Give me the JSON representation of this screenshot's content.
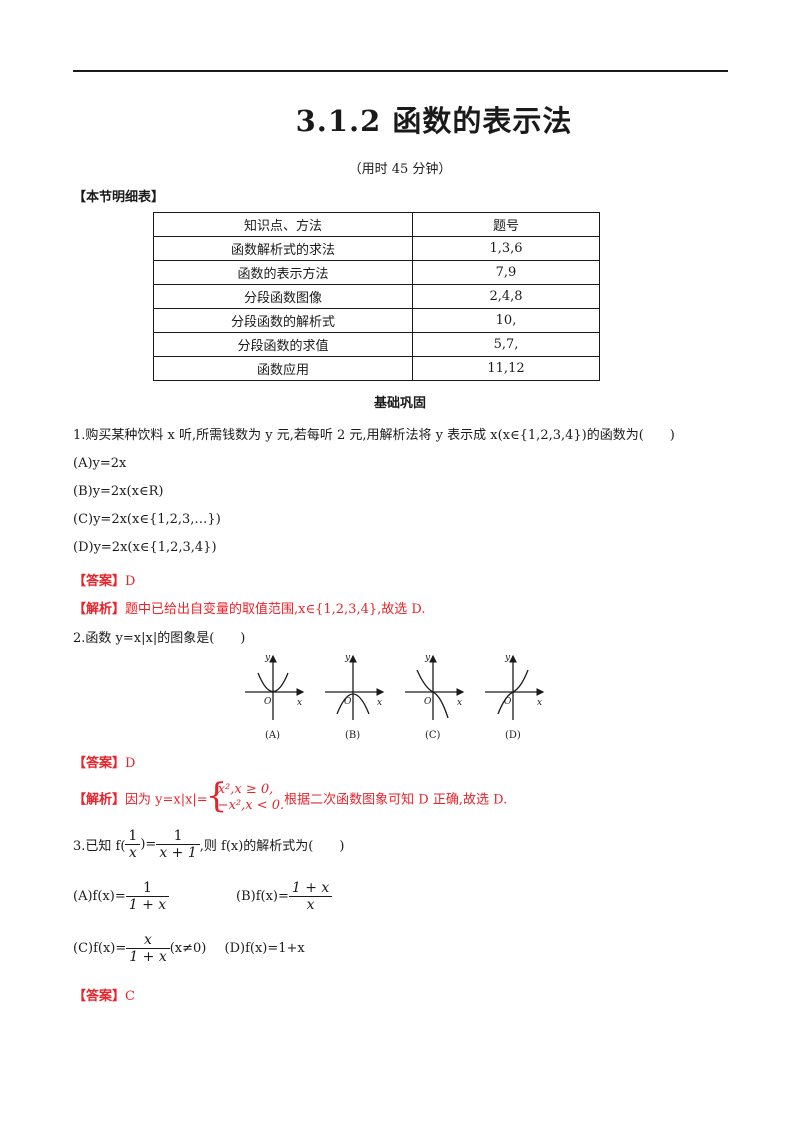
{
  "header": {
    "title": "3.1.2 函数的表示法",
    "subtitle": "（用时 45 分钟）",
    "section_label": "【本节明细表】"
  },
  "detail_table": {
    "headers": [
      "知识点、方法",
      "题号"
    ],
    "rows": [
      [
        "函数解析式的求法",
        "1,3,6"
      ],
      [
        "函数的表示方法",
        "7,9"
      ],
      [
        "分段函数图像",
        "2,4,8"
      ],
      [
        "分段函数的解析式",
        "10,"
      ],
      [
        "分段函数的求值",
        "5,7,"
      ],
      [
        "函数应用",
        "11,12"
      ]
    ]
  },
  "subheading": "基础巩固",
  "questions": {
    "q1": {
      "stem": "1.购买某种饮料 x 听,所需钱数为 y 元,若每听 2 元,用解析法将 y 表示成 x(x∈{1,2,3,4})的函数为(　　)",
      "options": [
        "(A)y=2x",
        "(B)y=2x(x∈R)",
        "(C)y=2x(x∈{1,2,3,…})",
        "(D)y=2x(x∈{1,2,3,4})"
      ],
      "answer_label": "【答案】",
      "answer": "D",
      "analysis_label": "【解析】",
      "analysis": "题中已给出自变量的取值范围,x∈{1,2,3,4},故选 D."
    },
    "q2": {
      "stem": "2.函数 y=x|x|的图象是(　　)",
      "graph_labels": [
        "(A)",
        "(B)",
        "(C)",
        "(D)"
      ],
      "axis_x": "x",
      "axis_y": "y",
      "origin": "O",
      "answer_label": "【答案】",
      "answer": "D",
      "analysis_label": "【解析】",
      "analysis_prefix": "因为 y=x|x|=",
      "piece_top": "x²,x ≥ 0,",
      "piece_bottom": "−x²,x < 0.",
      "analysis_suffix": "根据二次函数图象可知 D 正确,故选 D."
    },
    "q3": {
      "stem_prefix": "3.已知 f(",
      "stem_arg_num": "1",
      "stem_arg_den": "x",
      "stem_mid": ")=",
      "stem_rhs_num": "1",
      "stem_rhs_den": "x + 1",
      "stem_suffix": ",则 f(x)的解析式为(　　)",
      "opt_a_prefix": "(A)f(x)=",
      "opt_a_num": "1",
      "opt_a_den": "1 + x",
      "opt_b_prefix": "(B)f(x)=",
      "opt_b_num": "1 + x",
      "opt_b_den": "x",
      "opt_c_prefix": "(C)f(x)=",
      "opt_c_num": "x",
      "opt_c_den": "1 + x",
      "opt_c_suffix": "(x≠0)",
      "opt_d": "(D)f(x)=1+x",
      "answer_label": "【答案】",
      "answer": "C"
    }
  },
  "colors": {
    "text": "#1a1a1a",
    "answer_red": "#e8242b"
  }
}
